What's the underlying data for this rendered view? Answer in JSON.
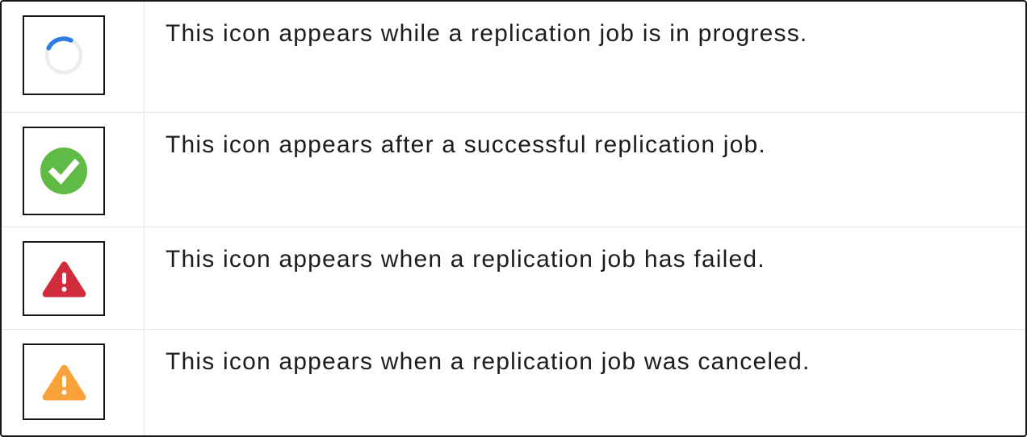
{
  "table": {
    "rows": [
      {
        "icon": "replication-in-progress-spinner-icon",
        "description": "This icon appears while a replication job is in progress."
      },
      {
        "icon": "replication-success-check-icon",
        "description": "This icon appears after a successful replication job."
      },
      {
        "icon": "replication-failed-warning-icon",
        "description": "This icon appears when a replication job has failed."
      },
      {
        "icon": "replication-canceled-warning-icon",
        "description": "This icon appears when a replication job was canceled."
      }
    ]
  },
  "colors": {
    "spinner_blue": "#2e7de2",
    "spinner_track": "#ececec",
    "success_green": "#5fba46",
    "failed_red": "#d02c3d",
    "canceled_orange": "#f9a23c",
    "icon_glyph_white": "#ffffff",
    "text": "#1d1d1d",
    "divider": "#e9e9e9",
    "outer_border": "#161616"
  }
}
